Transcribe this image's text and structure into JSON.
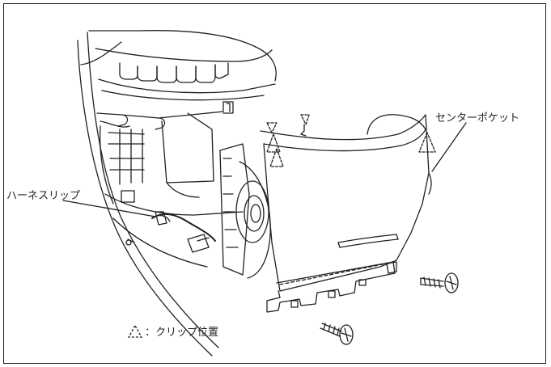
{
  "labels": {
    "center_pocket": "センターポケット",
    "harness_clip": "ハーネスリップ",
    "legend": "：クリップ位置"
  },
  "colors": {
    "line": "#231f20",
    "background": "#ffffff"
  },
  "icons": {
    "clip_marker": "dashed-triangle-icon"
  }
}
